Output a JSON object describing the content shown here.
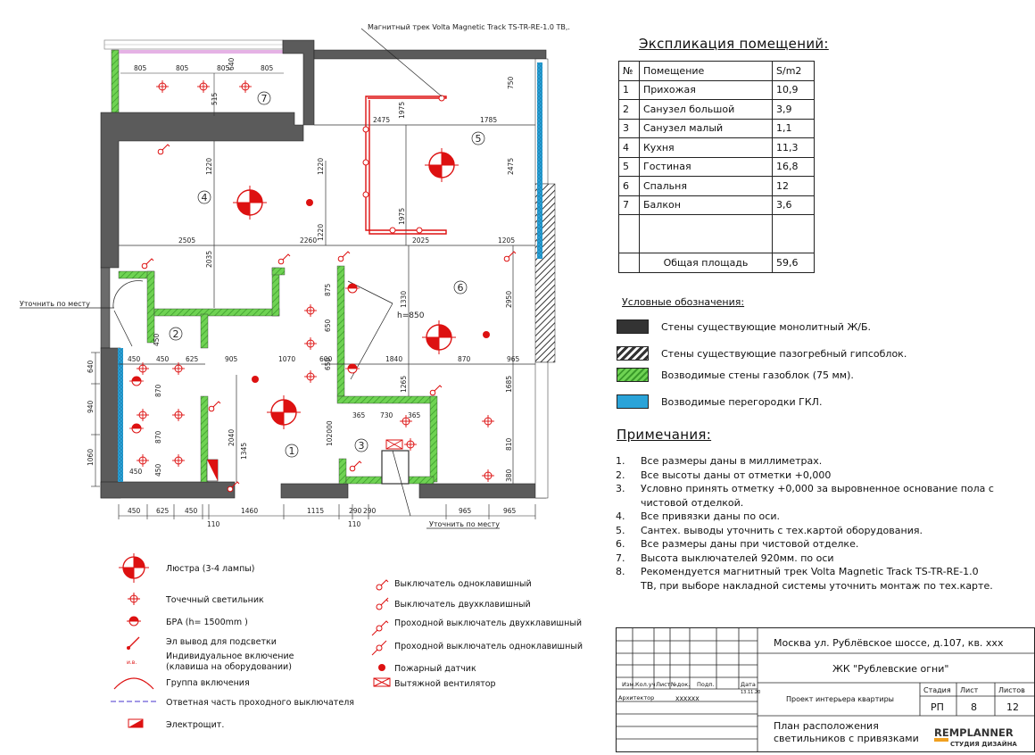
{
  "plan": {
    "callouts": {
      "track": "Магнитный трек Volta Magnetic Track TS-TR-RE-1.0 TB,.",
      "utochnit_left": "Уточнить по месту",
      "utochnit_bottom": "Уточнить по месту",
      "h850": "h=850"
    },
    "room_numbers": [
      "1",
      "2",
      "3",
      "4",
      "5",
      "6",
      "7"
    ],
    "dims": {
      "top": [
        "805",
        "805",
        "805",
        "805",
        "640"
      ],
      "balcony_v": "515",
      "r4": [
        "1220",
        "1220",
        "2505",
        "2260",
        "2035",
        "1220"
      ],
      "r5": [
        "2475",
        "1785",
        "1975",
        "1975",
        "750",
        "2475",
        "2025",
        "1205"
      ],
      "r6": [
        "1330",
        "2950",
        "1840",
        "870",
        "965",
        "1265",
        "1685",
        "810",
        "380"
      ],
      "mid": [
        "875",
        "650",
        "650",
        "905",
        "1070",
        "600",
        "450",
        "450",
        "625",
        "450"
      ],
      "left_v": [
        "640",
        "940",
        "1060",
        "870",
        "870",
        "450",
        "450"
      ],
      "r1": [
        "2040",
        "1345",
        "102000"
      ],
      "r3": [
        "365",
        "730",
        "365"
      ],
      "bottom": [
        "450",
        "625",
        "450",
        "110",
        "1460",
        "1115",
        "290",
        "290",
        "110",
        "965",
        "965"
      ]
    }
  },
  "explication": {
    "title": "Экспликация помещений:",
    "headers": [
      "№",
      "Помещение",
      "S/m2"
    ],
    "rows": [
      [
        "1",
        "Прихожая",
        "10,9"
      ],
      [
        "2",
        "Санузел большой",
        "3,9"
      ],
      [
        "3",
        "Санузел малый",
        "1,1"
      ],
      [
        "4",
        "Кухня",
        "11,3"
      ],
      [
        "5",
        "Гостиная",
        "16,8"
      ],
      [
        "6",
        "Спальня",
        "12"
      ],
      [
        "7",
        "Балкон",
        "3,6"
      ]
    ],
    "total_label": "Общая площадь",
    "total_value": "59,6"
  },
  "conventions": {
    "title": "Условные обозначения:",
    "items": [
      {
        "label": "Стены существующие монолитный  Ж/Б.",
        "color": "#333333"
      },
      {
        "label": "Стены существующие пазогребный гипсоблок.",
        "color": "#444444"
      },
      {
        "label": "Возводимые стены газоблок (75 мм).",
        "color": "#52c23a"
      },
      {
        "label": "Возводимые перегородки ГКЛ.",
        "color": "#2aa3d8"
      }
    ]
  },
  "notes": {
    "title": "Примечания:",
    "items": [
      {
        "n": "1.",
        "text": "Все размеры даны в миллиметрах."
      },
      {
        "n": "2.",
        "text": "Все высоты даны от отметки +0,000"
      },
      {
        "n": "3.",
        "text": "Условно принять отметку +0,000 за выровненное основание пола с"
      },
      {
        "n": "",
        "text": "чистовой отделкой."
      },
      {
        "n": "4.",
        "text": "Все привязки даны по оси."
      },
      {
        "n": "5.",
        "text": "Сантех. выводы уточнить с тех.картой оборудования."
      },
      {
        "n": "6.",
        "text": "Все размеры даны при чистовой отделке."
      },
      {
        "n": "7.",
        "text": "Высота выключателей 920мм. по оси"
      },
      {
        "n": "8.",
        "text": "Рекомендуется магнитный трек Volta Magnetic Track TS-TR-RE-1.0"
      },
      {
        "n": "",
        "text": "ТВ, при выборе накладной системы уточнить монтаж по тех.карте."
      }
    ]
  },
  "symbols": {
    "left": [
      "Люстра (3-4 лампы)",
      "Точечный светильник",
      "БРА (h= 1500mm )",
      "Эл вывод для подсветки",
      "Индивидуальное включение",
      "(клавиша на оборудовании)",
      "Группа включения",
      "Ответная часть проходного выключателя",
      "Электрощит."
    ],
    "right": [
      "Выключатель одноклавишный",
      "Выключатель двухклавишный",
      "Проходной выключатель двухклавишный",
      "Проходной выключатель одноклавишный",
      "Пожарный датчик",
      "Вытяжной вентилятор"
    ],
    "iv_mark": "и.в."
  },
  "stamp": {
    "address": "Москва ул. Рублёвское шоссе, д.107, кв. ххх",
    "complex": "ЖК \"Рублевские огни\"",
    "col_headers": [
      "Изм.",
      "Кол.уч",
      "Лист",
      "№док.",
      "Подп.",
      "Дата"
    ],
    "date": "13.11.20",
    "role": "Архитектор",
    "signature": "хххххх",
    "project": "Проект интерьера квартиры",
    "stage_headers": [
      "Стадия",
      "Лист",
      "Листов"
    ],
    "stage_values": [
      "РП",
      "8",
      "12"
    ],
    "sheet_title_1": "План расположения",
    "sheet_title_2": "светильников с привязками",
    "brand": "REMPLANNER",
    "brand_sub": "СТУДИЯ ДИЗАЙНА"
  }
}
